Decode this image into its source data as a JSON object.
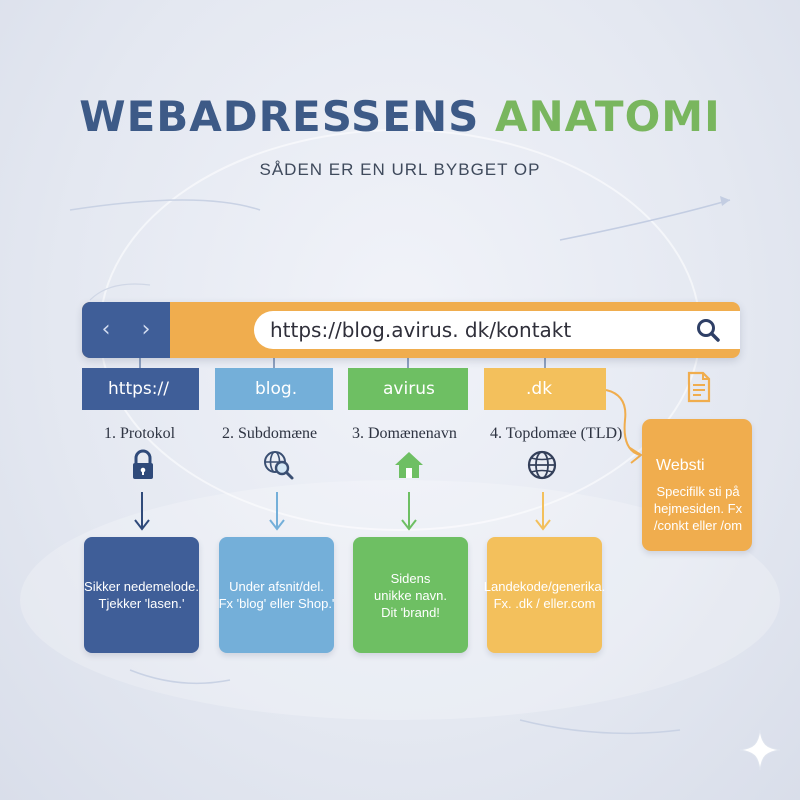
{
  "header": {
    "title_part1": "WEBADRESSENS",
    "title_part2": "ANATOMI",
    "subtitle": "SÅDEN ER EN URL BYBGET OP"
  },
  "browser": {
    "back_icon": "chevron-left-icon",
    "forward_icon": "chevron-right-icon",
    "back_glyph": "‹",
    "forward_glyph": "›",
    "url": "https://blog.avirus. dk/kontakt",
    "search_icon": "search-icon"
  },
  "segments": [
    {
      "text": "https://",
      "label": "1. Protokol",
      "icon": "lock-icon",
      "box_lines": [
        "Sikker nedemelode.",
        "Tjekker 'lasen.'"
      ],
      "color": "#3f5e98"
    },
    {
      "text": "blog.",
      "label": "2. Subdomæne",
      "icon": "globe-search-icon",
      "box_lines": [
        "Under afsnit/del.",
        "Fx 'blog' eller Shop.'"
      ],
      "color": "#74afd9"
    },
    {
      "text": "avirus",
      "label": "3. Domænenavn",
      "icon": "house-icon",
      "box_lines": [
        "Sidens",
        "unikke navn.",
        "Dit 'brand!"
      ],
      "color": "#6ebf63"
    },
    {
      "text": ".dk",
      "label": "4. Topdomæe (TLD)",
      "icon": "globe-icon",
      "box_lines": [
        "Landekode/generika.",
        "Fx. .dk / eller.com"
      ],
      "color": "#f3c05c"
    }
  ],
  "path_card": {
    "icon": "document-icon",
    "title": "Websti",
    "lines": [
      "Specifilk sti på",
      "hejmesiden. Fx",
      "/conkt eller /om"
    ],
    "color": "#f0ad4e"
  },
  "corner_icon": "sparkle-icon"
}
